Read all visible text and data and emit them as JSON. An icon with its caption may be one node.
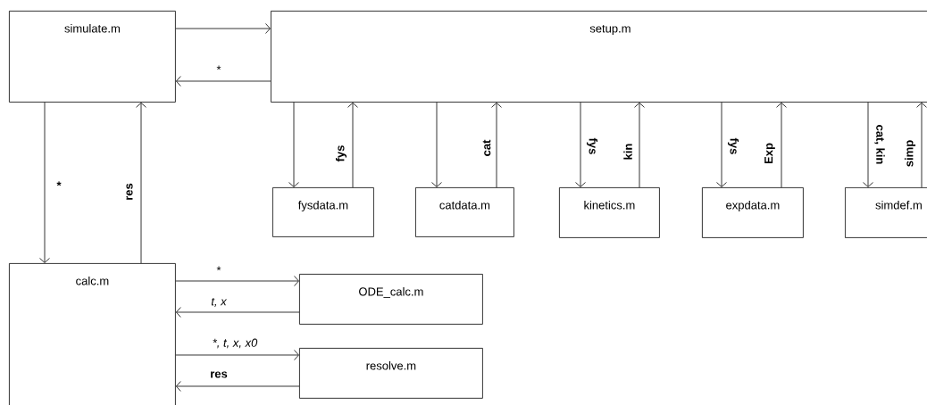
{
  "diagram": {
    "nodes": [
      {
        "text": [
          "simulate.m"
        ]
      },
      {
        "text": [
          "setup.m"
        ]
      },
      {
        "text": [
          "fysdata.m"
        ]
      },
      {
        "text": [
          "catdata.m"
        ]
      },
      {
        "text": [
          "kinetics.m"
        ]
      },
      {
        "text": [
          "expdata.m"
        ]
      },
      {
        "text": [
          "simdef.m"
        ]
      },
      {
        "text": [
          "calc.m"
        ]
      },
      {
        "text": [
          "ODE_calc.m"
        ]
      },
      {
        "text": [
          "resolve.m"
        ]
      }
    ],
    "edges": [
      {
        "from": 0,
        "to": 1,
        "arrow": "to"
      },
      {
        "from": 1,
        "to": 0,
        "arrow": "to",
        "label": "*"
      },
      {
        "from": 0,
        "to": 7,
        "arrow": "to",
        "label": "*"
      },
      {
        "from": 7,
        "to": 0,
        "arrow": "to",
        "label": "res"
      },
      {
        "from": 1,
        "to": 2,
        "arrow": "to"
      },
      {
        "from": 2,
        "to": 1,
        "arrow": "to",
        "label": "fys"
      },
      {
        "from": 1,
        "to": 3,
        "arrow": "to"
      },
      {
        "from": 3,
        "to": 1,
        "arrow": "to",
        "label": "cat"
      },
      {
        "from": 1,
        "to": 4,
        "arrow": "to",
        "label": "fys"
      },
      {
        "from": 4,
        "to": 1,
        "arrow": "to",
        "label": "kin"
      },
      {
        "from": 1,
        "to": 5,
        "arrow": "to",
        "label": "fys"
      },
      {
        "from": 5,
        "to": 1,
        "arrow": "to",
        "label": "Exp"
      },
      {
        "from": 1,
        "to": 6,
        "arrow": "to",
        "label": "cat, kin"
      },
      {
        "from": 6,
        "to": 1,
        "arrow": "to",
        "label": "simp"
      },
      {
        "from": 7,
        "to": 8,
        "arrow": "to",
        "label": "*"
      },
      {
        "from": 8,
        "to": 7,
        "arrow": "to",
        "label": "t, x"
      },
      {
        "from": 7,
        "to": 9,
        "arrow": "to",
        "label": "*, t, x, x0"
      },
      {
        "from": 9,
        "to": 7,
        "arrow": "to",
        "label": "res"
      }
    ]
  }
}
